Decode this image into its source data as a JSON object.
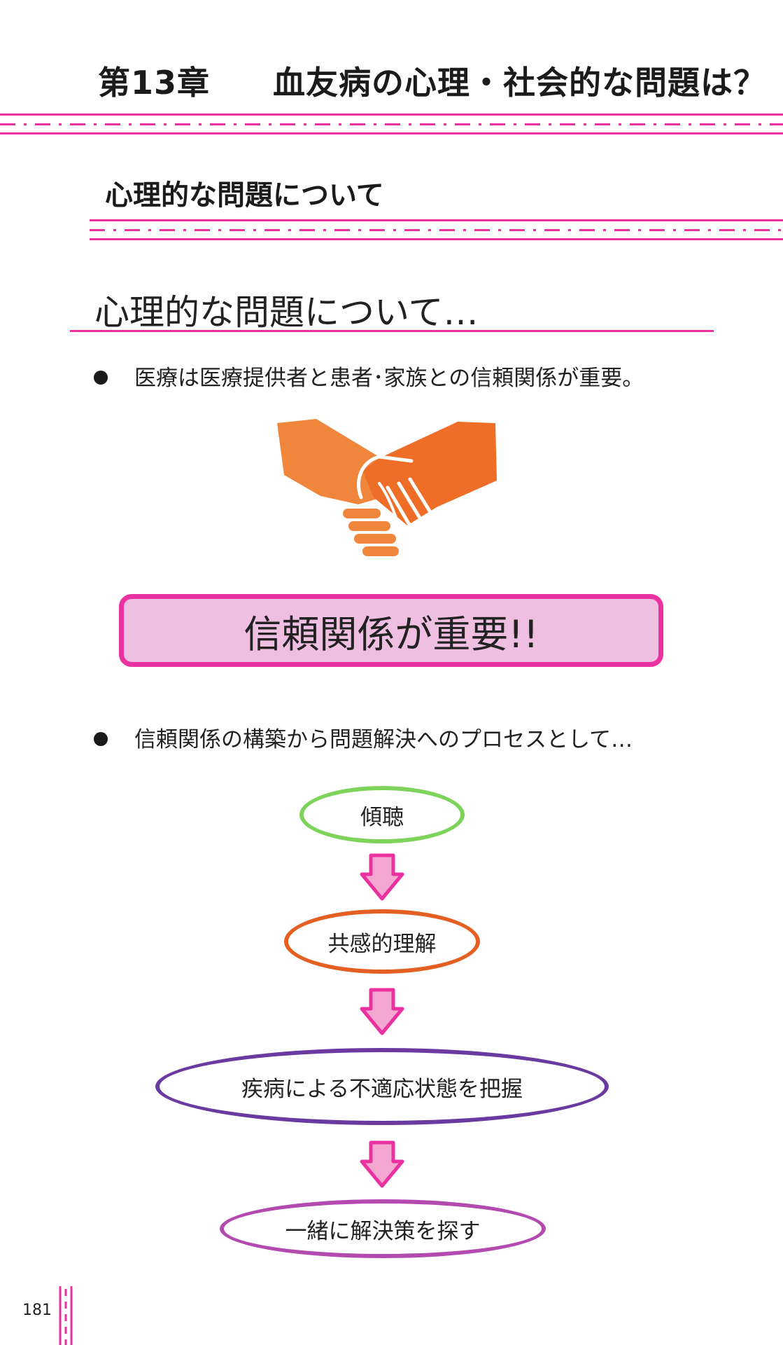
{
  "chapter": {
    "number_label": "第13章",
    "title": "血友病の心理・社会的な問題は？"
  },
  "section": {
    "title": "心理的な問題について"
  },
  "slide": {
    "title": "心理的な問題について…",
    "bullets": [
      "医療は医療提供者と患者･家族との信頼関係が重要。",
      "信頼関係の構築から問題解決へのプロセスとして…"
    ],
    "callout": "信頼関係が重要!!",
    "flow": [
      {
        "label": "傾聴",
        "color": "#7ed35a"
      },
      {
        "label": "共感的理解",
        "color": "#e35f22"
      },
      {
        "label": "疾病による不適応状態を把握",
        "color": "#6a3aa0"
      },
      {
        "label": "一緒に解決策を探す",
        "color": "#b24ab0"
      }
    ]
  },
  "colors": {
    "accent": "#e9329f",
    "callout_fill": "#eebfe0",
    "handshake_light": "#f0853c",
    "handshake_dark": "#ee6d27",
    "arrow_fill": "#f4a7d1"
  },
  "icons": {
    "handshake": "handshake-icon",
    "flow_arrow": "down-arrow-icon"
  },
  "page": {
    "number": "181"
  }
}
